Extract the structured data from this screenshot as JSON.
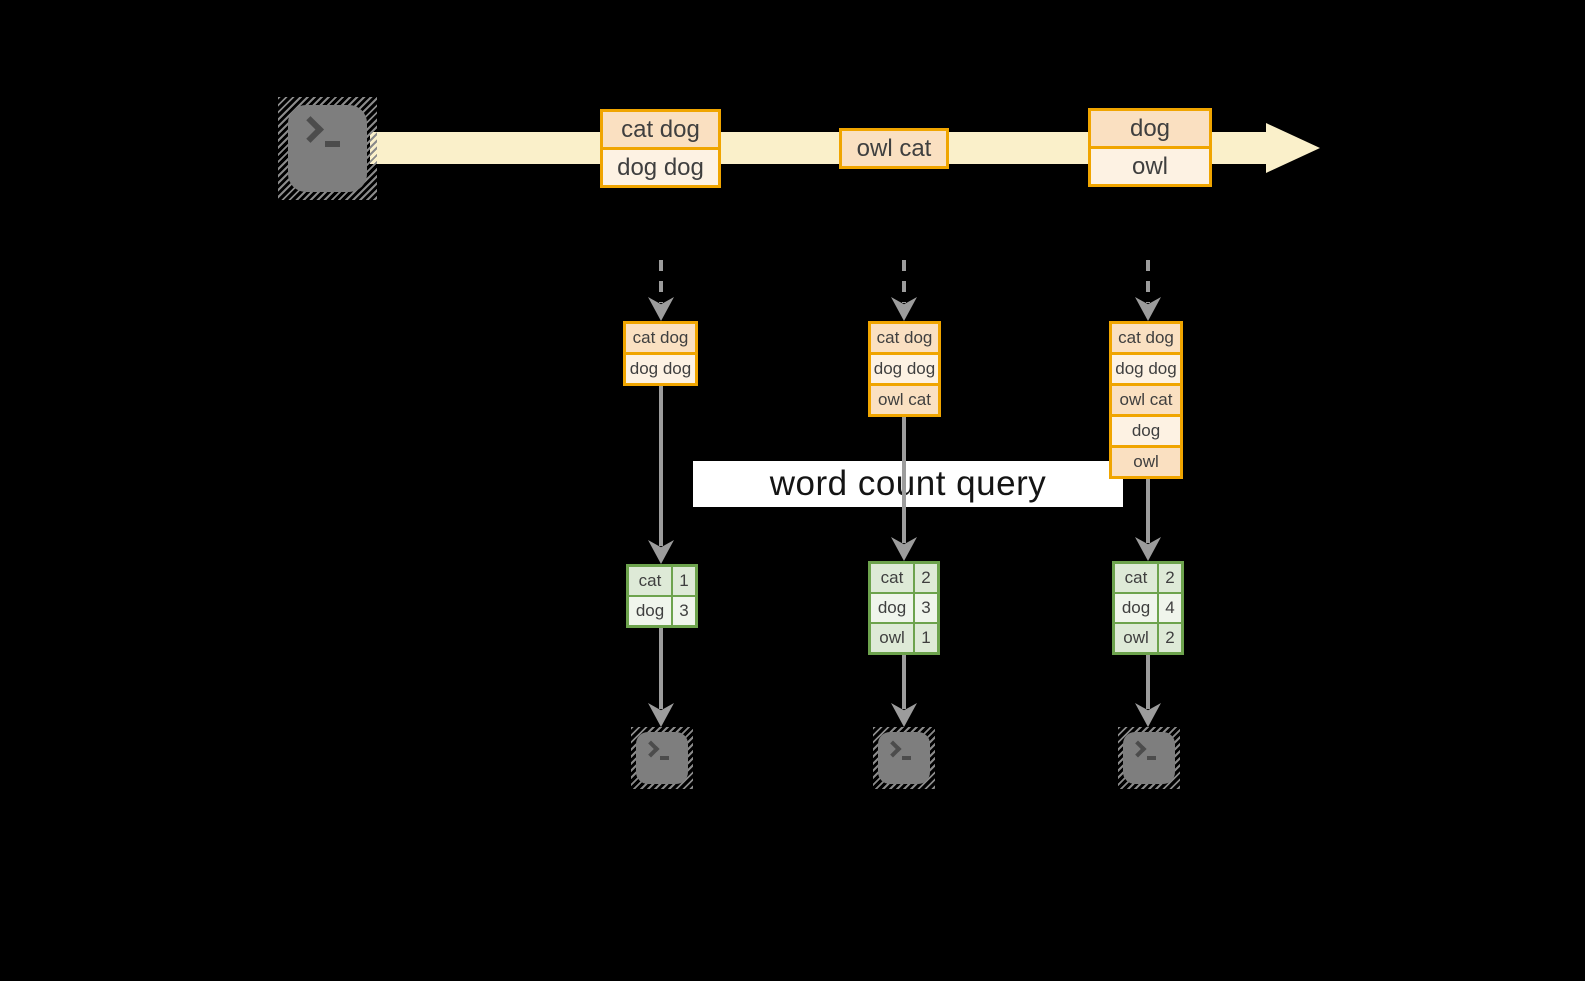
{
  "colors": {
    "background": "#000000",
    "stream_band": "#FAF0CA",
    "record_border": "#F0A500",
    "record_cell_dark": "#FAE0C1",
    "record_cell_light": "#FDF2E3",
    "table_border": "#6DA34D",
    "table_row_dark": "#DEEAD7",
    "table_row_light": "#F0F5EC",
    "arrow_gray": "#9C9C9C",
    "terminal_gray": "#7E7E7E",
    "label_background": "#FFFFFF",
    "text": "#3F3F3F"
  },
  "icons": {
    "source": "terminal-icon",
    "sink": "terminal-icon"
  },
  "stream": {
    "batches": [
      {
        "lines": [
          "cat dog",
          "dog dog"
        ]
      },
      {
        "lines": [
          "owl cat"
        ]
      },
      {
        "lines": [
          "dog",
          "owl"
        ]
      }
    ]
  },
  "query": {
    "label": "word count query"
  },
  "columns": [
    {
      "state": [
        "cat dog",
        "dog dog"
      ],
      "counts": [
        {
          "word": "cat",
          "count": "1"
        },
        {
          "word": "dog",
          "count": "3"
        }
      ]
    },
    {
      "state": [
        "cat dog",
        "dog dog",
        "owl cat"
      ],
      "counts": [
        {
          "word": "cat",
          "count": "2"
        },
        {
          "word": "dog",
          "count": "3"
        },
        {
          "word": "owl",
          "count": "1"
        }
      ]
    },
    {
      "state": [
        "cat dog",
        "dog dog",
        "owl cat",
        "dog",
        "owl"
      ],
      "counts": [
        {
          "word": "cat",
          "count": "2"
        },
        {
          "word": "dog",
          "count": "4"
        },
        {
          "word": "owl",
          "count": "2"
        }
      ]
    }
  ]
}
